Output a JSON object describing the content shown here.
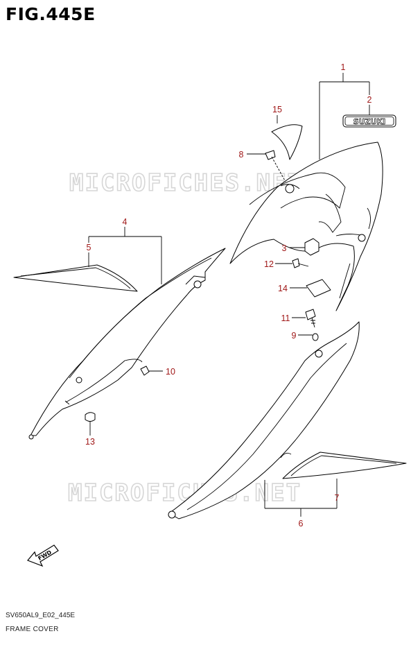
{
  "figure": {
    "title": "FIG.445E",
    "code": "SV650AL9_E02_445E",
    "caption": "FRAME COVER"
  },
  "watermark": "MICROFICHES.NET",
  "brand_badge": "SUZUKI",
  "fwd_label": "FWD",
  "callouts": [
    "1",
    "2",
    "3",
    "4",
    "5",
    "6",
    "7",
    "8",
    "9",
    "10",
    "11",
    "12",
    "13",
    "14",
    "15"
  ],
  "colors": {
    "callout": "#a01818",
    "line": "#000000",
    "watermark": "#d6d6d6"
  }
}
